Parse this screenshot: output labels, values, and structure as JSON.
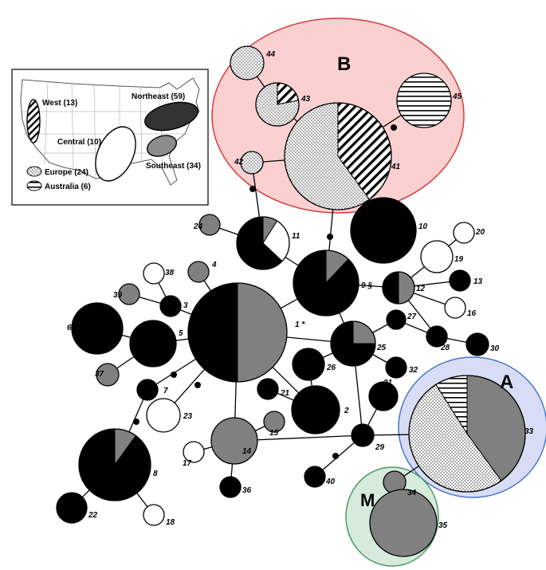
{
  "colors": {
    "na": "#000000",
    "se": "#808080",
    "central": "#ffffff",
    "group_B_fill": "#fbd0d0",
    "group_B_stroke": "#d43b3b",
    "group_A_fill": "#d8ddf5",
    "group_A_stroke": "#4a78c8",
    "group_M_fill": "#d6ebdb",
    "group_M_stroke": "#4f9a63"
  },
  "legend": {
    "west": "West (13)",
    "northeast": "Northeast (59)",
    "central": "Central (10)",
    "southeast": "Southeast (34)",
    "europe": "Europe (24)",
    "australia": "Australia (6)"
  },
  "groups": {
    "B": "B",
    "A": "A",
    "M": "M"
  },
  "haplotypes": [
    {
      "id": "1",
      "label": "1 *"
    },
    {
      "id": "2",
      "label": "2"
    },
    {
      "id": "3",
      "label": "3"
    },
    {
      "id": "4",
      "label": "4"
    },
    {
      "id": "5",
      "label": "5"
    },
    {
      "id": "6",
      "label": "6"
    },
    {
      "id": "7",
      "label": "7"
    },
    {
      "id": "8",
      "label": "8"
    },
    {
      "id": "9",
      "label": "9 §"
    },
    {
      "id": "10",
      "label": "10"
    },
    {
      "id": "11",
      "label": "11"
    },
    {
      "id": "12",
      "label": "12"
    },
    {
      "id": "13",
      "label": "13"
    },
    {
      "id": "14",
      "label": "14"
    },
    {
      "id": "15",
      "label": "15"
    },
    {
      "id": "16",
      "label": "16"
    },
    {
      "id": "17",
      "label": "17"
    },
    {
      "id": "18",
      "label": "18"
    },
    {
      "id": "19",
      "label": "19"
    },
    {
      "id": "20",
      "label": "20"
    },
    {
      "id": "21",
      "label": "21"
    },
    {
      "id": "22",
      "label": "22"
    },
    {
      "id": "23",
      "label": "23"
    },
    {
      "id": "24",
      "label": "24"
    },
    {
      "id": "25",
      "label": "25"
    },
    {
      "id": "26",
      "label": "26"
    },
    {
      "id": "27",
      "label": "27"
    },
    {
      "id": "28",
      "label": "28"
    },
    {
      "id": "29",
      "label": "29"
    },
    {
      "id": "30",
      "label": "30"
    },
    {
      "id": "31",
      "label": "31"
    },
    {
      "id": "32",
      "label": "32"
    },
    {
      "id": "33",
      "label": "33"
    },
    {
      "id": "34",
      "label": "34"
    },
    {
      "id": "35",
      "label": "35"
    },
    {
      "id": "36",
      "label": "36"
    },
    {
      "id": "37",
      "label": "37"
    },
    {
      "id": "38",
      "label": "38"
    },
    {
      "id": "39",
      "label": "39"
    },
    {
      "id": "40",
      "label": "40"
    },
    {
      "id": "41",
      "label": "41"
    },
    {
      "id": "42",
      "label": "42"
    },
    {
      "id": "43",
      "label": "43"
    },
    {
      "id": "44",
      "label": "44"
    },
    {
      "id": "45",
      "label": "45"
    }
  ]
}
